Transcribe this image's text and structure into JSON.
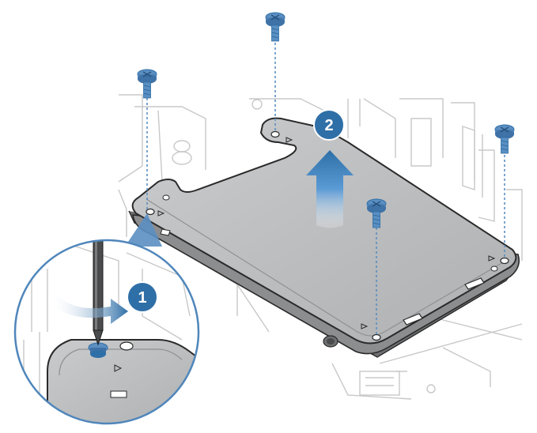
{
  "steps": [
    {
      "number": "1",
      "action": "unscrew"
    },
    {
      "number": "2",
      "action": "lift"
    }
  ],
  "colors": {
    "accent_blue": "#2f6fa7",
    "screw_blue": "#5b8fc2",
    "plate_gray": "#b8babc",
    "line_gray": "#c8c8c8",
    "outline": "#2a2a2a"
  },
  "icons": [
    "screw-icon",
    "screwdriver-icon",
    "rotate-arrow-icon",
    "lift-arrow-icon"
  ]
}
